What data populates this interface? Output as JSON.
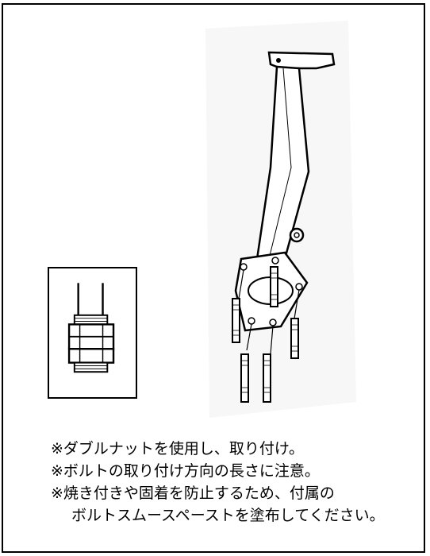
{
  "notes": [
    "※ダブルナットを使用し、取り付け。",
    "※ボルトの取り付け方向の長さに注意。",
    "※焼き付きや固着を防止するため、付属の",
    "ボルトスムースペーストを塗布してください。"
  ],
  "colors": {
    "line": "#000000",
    "background": "#ffffff",
    "shade": "#f2f2f2"
  }
}
